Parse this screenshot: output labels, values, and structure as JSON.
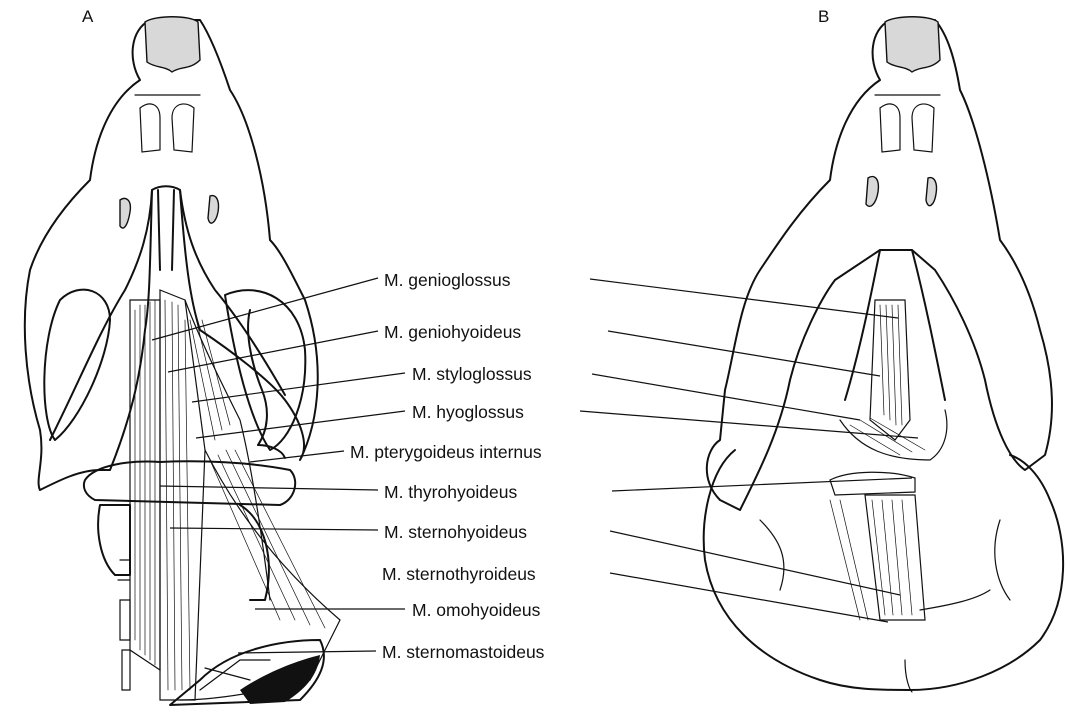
{
  "panels": {
    "a_letter": "A",
    "b_letter": "B"
  },
  "labels": {
    "genioglossus": "M. genioglossus",
    "geniohyoideus": "M. geniohyoideus",
    "styloglossus": "M. styloglossus",
    "hyoglossus": "M. hyoglossus",
    "pterygoideus": "M. pterygoideus internus",
    "thyrohyoideus": "M. thyrohyoideus",
    "sternohyoideus": "M. sternohyoideus",
    "sternothyroideus": "M. sternothyroideus",
    "omohyoideus": "M. omohyoideus",
    "sternomastoideus": "M. sternomastoideus"
  }
}
